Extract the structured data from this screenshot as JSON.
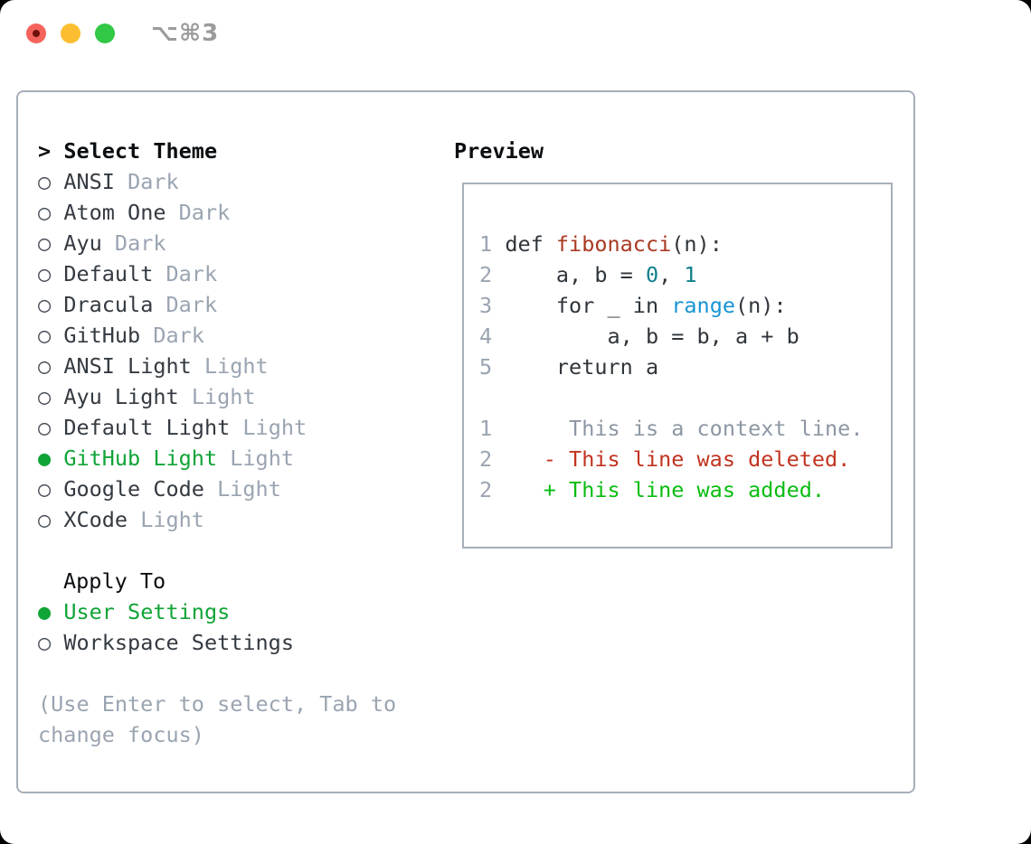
{
  "window": {
    "title": "⌥⌘3"
  },
  "icons": {
    "radio_unselected": "○",
    "radio_selected": "●",
    "header_marker": ">",
    "traffic_lights": [
      "close-red",
      "minimize-yellow",
      "zoom-green"
    ]
  },
  "colors": {
    "selected_green": "#10a437",
    "added_green": "#0abc12",
    "removed_red": "#c13420",
    "function_red": "#a93a22",
    "number_teal": "#0f7f8a",
    "builtin_blue": "#1694d4",
    "muted_gray": "#9aa4b1",
    "border_gray": "#a7afba",
    "traffic_red": "#f4635b",
    "traffic_yellow": "#fcbe31",
    "traffic_green": "#30c845"
  },
  "theme_panel": {
    "header": "Select Theme",
    "themes": [
      {
        "name": "ANSI",
        "variant": "Dark",
        "selected": false
      },
      {
        "name": "Atom One",
        "variant": "Dark",
        "selected": false
      },
      {
        "name": "Ayu",
        "variant": "Dark",
        "selected": false
      },
      {
        "name": "Default",
        "variant": "Dark",
        "selected": false
      },
      {
        "name": "Dracula",
        "variant": "Dark",
        "selected": false
      },
      {
        "name": "GitHub",
        "variant": "Dark",
        "selected": false
      },
      {
        "name": "ANSI Light",
        "variant": "Light",
        "selected": false
      },
      {
        "name": "Ayu Light",
        "variant": "Light",
        "selected": false
      },
      {
        "name": "Default Light",
        "variant": "Light",
        "selected": false
      },
      {
        "name": "GitHub Light",
        "variant": "Light",
        "selected": true
      },
      {
        "name": "Google Code",
        "variant": "Light",
        "selected": false
      },
      {
        "name": "XCode",
        "variant": "Light",
        "selected": false
      }
    ],
    "apply_to": {
      "header": "Apply To",
      "options": [
        {
          "name": "User Settings",
          "selected": true
        },
        {
          "name": "Workspace Settings",
          "selected": false
        }
      ]
    },
    "hint_lines": [
      "(Use Enter to select, Tab to",
      "change focus)"
    ]
  },
  "preview": {
    "header": "Preview",
    "code_lines": [
      {
        "num": "1",
        "segments": [
          {
            "text": "def ",
            "style": "default"
          },
          {
            "text": "fibonacci",
            "style": "func"
          },
          {
            "text": "(n):",
            "style": "default"
          }
        ]
      },
      {
        "num": "2",
        "segments": [
          {
            "text": "    a, b = ",
            "style": "default"
          },
          {
            "text": "0",
            "style": "num"
          },
          {
            "text": ", ",
            "style": "default"
          },
          {
            "text": "1",
            "style": "num"
          }
        ]
      },
      {
        "num": "3",
        "segments": [
          {
            "text": "    for _ in ",
            "style": "default"
          },
          {
            "text": "range",
            "style": "builtin"
          },
          {
            "text": "(n):",
            "style": "default"
          }
        ]
      },
      {
        "num": "4",
        "segments": [
          {
            "text": "        a, b = b, a + b",
            "style": "default"
          }
        ]
      },
      {
        "num": "5",
        "segments": [
          {
            "text": "    return a",
            "style": "default"
          }
        ]
      },
      {
        "num": "",
        "segments": []
      },
      {
        "num": "1",
        "segments": [
          {
            "text": "     This is a context line.",
            "style": "context"
          }
        ]
      },
      {
        "num": "2",
        "segments": [
          {
            "text": "   - This line was deleted.",
            "style": "removed"
          }
        ]
      },
      {
        "num": "2",
        "segments": [
          {
            "text": "   + This line was added.",
            "style": "added"
          }
        ]
      }
    ]
  }
}
